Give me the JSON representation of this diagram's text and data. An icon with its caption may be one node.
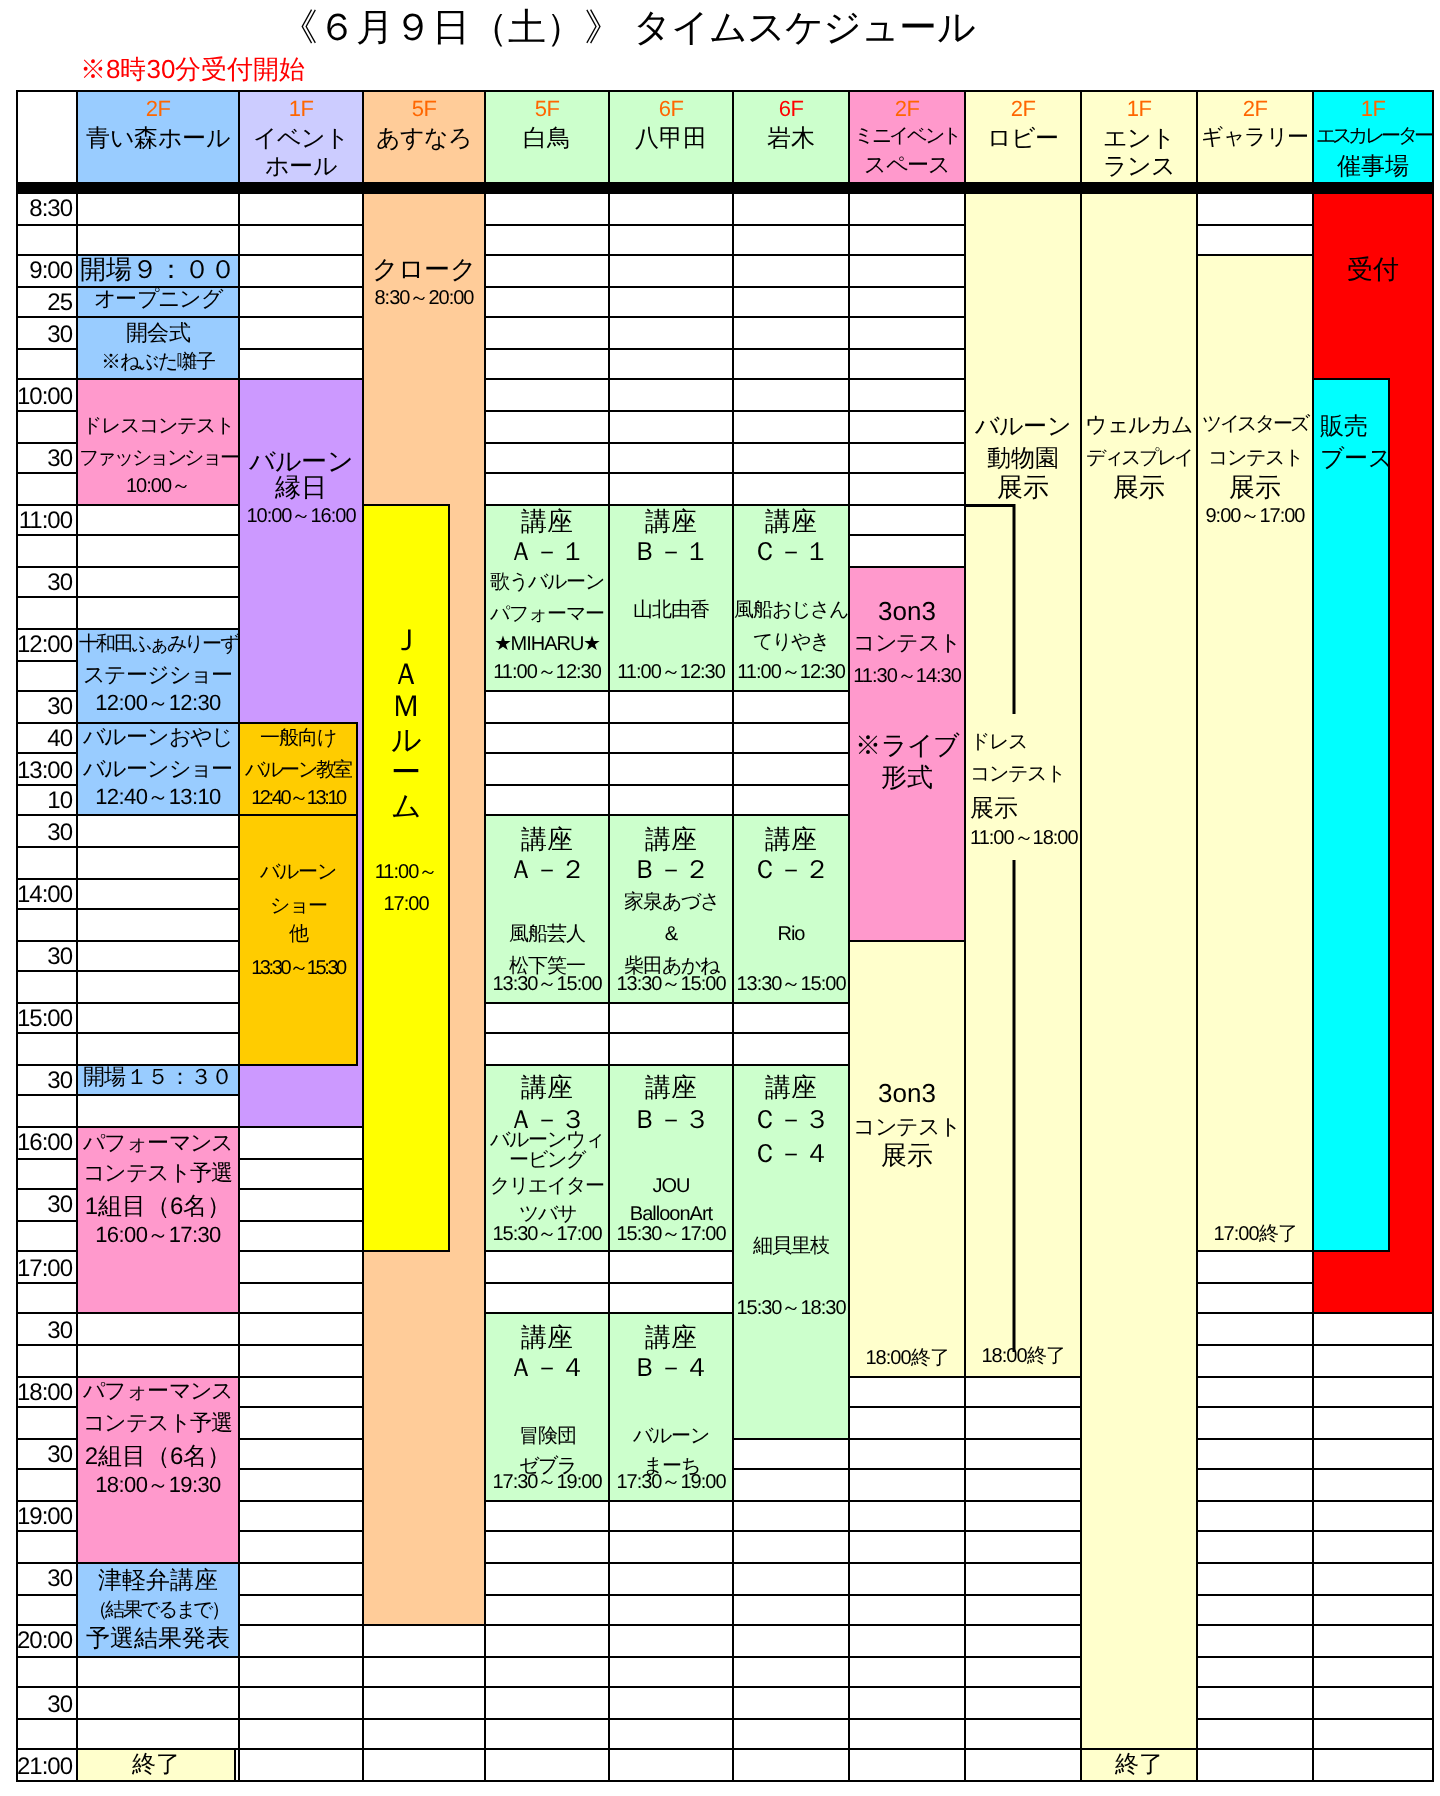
{
  "diagram": {
    "title": "《６月９日（土）》 タイムスケジュール",
    "nodes": [
      {
        "text": [
          "2F",
          "青い森ホール"
        ]
      },
      {
        "text": [
          "1F",
          "イベント",
          "ホール"
        ]
      },
      {
        "text": [
          "5F",
          "あすなろ"
        ]
      },
      {
        "text": [
          "5F",
          "白鳥"
        ]
      },
      {
        "text": [
          "6F",
          "八甲田"
        ]
      },
      {
        "text": [
          "6F",
          "岩木"
        ]
      },
      {
        "text": [
          "2F",
          "ミニイベント",
          "スペース"
        ]
      },
      {
        "text": [
          "2F",
          "ロビー"
        ]
      },
      {
        "text": [
          "1F",
          "エント",
          "ランス"
        ]
      },
      {
        "text": [
          "2F",
          "ギャラリー"
        ]
      },
      {
        "text": [
          "1F",
          "エスカレーター",
          "催事場"
        ]
      },
      {
        "text": [
          "開場９：００"
        ]
      },
      {
        "text": [
          "オープニング"
        ]
      },
      {
        "text": [
          "開会式",
          "※ねぶた囃子"
        ]
      },
      {
        "text": [
          "ドレスコンテスト",
          "ファッションショー",
          "10:00～"
        ]
      },
      {
        "text": [
          "十和田ふぁみりーず",
          "ステージショー",
          "12:00～12:30"
        ]
      },
      {
        "text": [
          "バルーンおやじ",
          "バルーンショー",
          "12:40～13:10"
        ]
      },
      {
        "text": [
          "開場１５：３０"
        ]
      },
      {
        "text": [
          "パフォーマンス",
          "コンテスト予選",
          "1組目（6名）",
          "16:00～17:30"
        ]
      },
      {
        "text": [
          "パフォーマンス",
          "コンテスト予選",
          "2組目（6名）",
          "18:00～19:30"
        ]
      },
      {
        "text": [
          "津軽弁講座",
          "（結果でるまで）",
          "予選結果発表"
        ]
      },
      {
        "text": [
          "終了"
        ]
      },
      {
        "text": [
          "バルーン",
          "縁日",
          "10:00～16:00"
        ]
      },
      {
        "text": [
          "一般向け",
          "バルーン教室",
          "12:40～13:10"
        ],
        "in": 22
      },
      {
        "text": [
          "バルーン",
          "ショー",
          "他",
          "13:30～15:30"
        ],
        "in": 22
      },
      {
        "text": [
          "クローク",
          "8:30～20:00"
        ]
      },
      {
        "text": [
          "ＪＡＭルーム",
          "11:00～",
          "17:00"
        ],
        "in": 25
      },
      {
        "text": [
          "講座",
          "Ａ－１",
          "歌うバルーン",
          "パフォーマー",
          "★MIHARU★",
          "11:00～12:30"
        ]
      },
      {
        "text": [
          "講座",
          "Ａ－２",
          "風船芸人",
          "松下笑一",
          "13:30～15:00"
        ]
      },
      {
        "text": [
          "講座",
          "Ａ－３",
          "バルーンウィービング",
          "クリエイター",
          "ツバサ",
          "15:30～17:00"
        ]
      },
      {
        "text": [
          "講座",
          "Ａ－４",
          "冒険団",
          "ゼブラ",
          "17:30～19:00"
        ]
      },
      {
        "text": [
          "講座",
          "Ｂ－１",
          "山北由香",
          "11:00～12:30"
        ]
      },
      {
        "text": [
          "講座",
          "Ｂ－２",
          "家泉あづさ",
          "&",
          "柴田あかね",
          "13:30～15:00"
        ]
      },
      {
        "text": [
          "講座",
          "Ｂ－３",
          "JOU",
          "BalloonArt",
          "15:30～17:00"
        ]
      },
      {
        "text": [
          "講座",
          "Ｂ－４",
          "バルーン",
          "まーち",
          "17:30～19:00"
        ]
      },
      {
        "text": [
          "講座",
          "Ｃ－１",
          "風船おじさん",
          "てりやき",
          "11:00～12:30"
        ]
      },
      {
        "text": [
          "講座",
          "Ｃ－２",
          "Rio",
          "13:30～15:00"
        ]
      },
      {
        "text": [
          "講座",
          "Ｃ－３",
          "Ｃ－４",
          "細貝里枝",
          "15:30～18:30"
        ]
      },
      {
        "text": [
          "3on3",
          "コンテスト",
          "11:30～14:30",
          "※ライブ",
          "形式"
        ]
      },
      {
        "text": [
          "3on3",
          "コンテスト",
          "展示",
          "18:00終了"
        ]
      },
      {
        "text": [
          "バルーン",
          "動物園",
          "展示"
        ]
      },
      {
        "text": [
          "ドレス",
          "コンテスト",
          "展示",
          "11:00～18:00",
          "18:00終了"
        ],
        "in": 40
      },
      {
        "text": [
          "ウェルカム",
          "ディスプレイ",
          "展示"
        ]
      },
      {
        "text": [
          "終了"
        ]
      },
      {
        "text": [
          "ツイスターズ",
          "コンテスト",
          "展示",
          "9:00～17:00",
          "17:00終了"
        ]
      },
      {
        "text": [
          "受付"
        ]
      },
      {
        "text": [
          "販売",
          "ブース"
        ],
        "in": 45
      }
    ],
    "labels": [
      "※8時30分受付開始",
      "8:30",
      "9:00",
      "25",
      "30",
      "10:00",
      "30",
      "11:00",
      "30",
      "12:00",
      "30",
      "40",
      "13:00",
      "10",
      "30",
      "14:00",
      "30",
      "15:00",
      "30",
      "16:00",
      "30",
      "17:00",
      "30",
      "18:00",
      "30",
      "19:00",
      "30",
      "20:00",
      "30",
      "21:00"
    ]
  }
}
